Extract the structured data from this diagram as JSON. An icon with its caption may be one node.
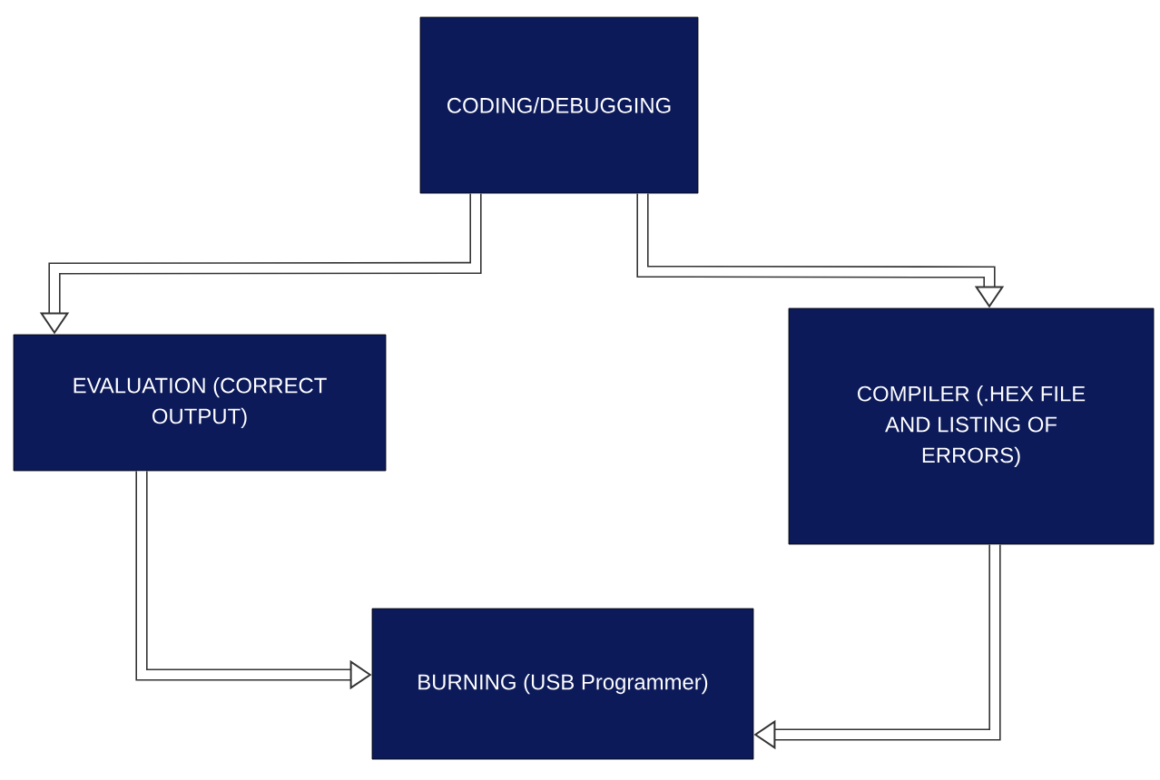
{
  "diagram": {
    "nodes": [
      {
        "text": [
          "CODING/DEBUGGING"
        ]
      },
      {
        "text": [
          "EVALUATION (CORRECT OUTPUT)"
        ]
      },
      {
        "text": [
          "COMPILER (.HEX FILE AND LISTING OF ERRORS)"
        ]
      },
      {
        "text": [
          "BURNING (USB Programmer)"
        ]
      }
    ],
    "edges": [
      {
        "from": 0,
        "to": 1,
        "arrow": "to"
      },
      {
        "from": 0,
        "to": 2,
        "arrow": "to"
      },
      {
        "from": 1,
        "to": 3,
        "arrow": "to"
      },
      {
        "from": 2,
        "to": 3,
        "arrow": "to"
      }
    ]
  }
}
